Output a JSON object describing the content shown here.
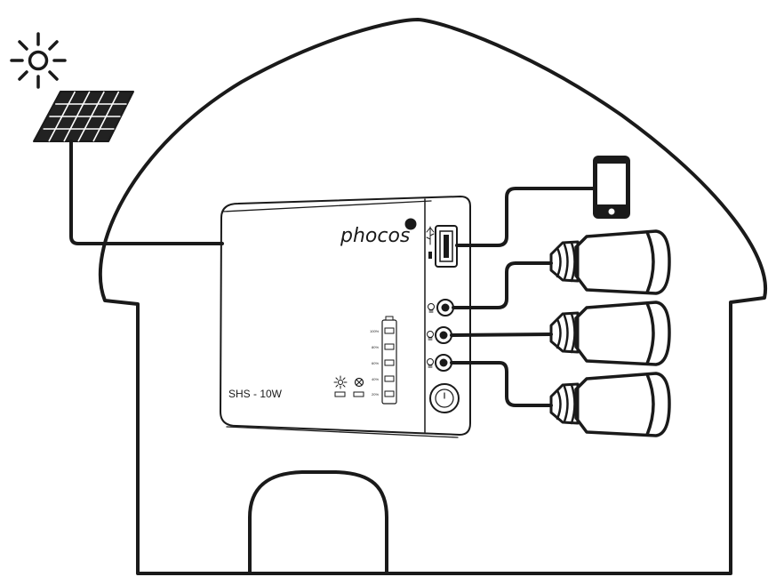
{
  "device": {
    "brand": "phocos",
    "model": "SHS - 10W",
    "battery_levels": [
      "100%",
      "80%",
      "60%",
      "40%",
      "20%"
    ]
  },
  "colors": {
    "line": "#1a1a1a",
    "background": "#ffffff",
    "panel_fill": "#222222"
  },
  "icons": [
    "sun-icon",
    "solar-panel-icon",
    "smartphone-icon",
    "usb-port-icon",
    "lamp-socket-icon",
    "power-button-icon",
    "light-bulb-icon"
  ]
}
